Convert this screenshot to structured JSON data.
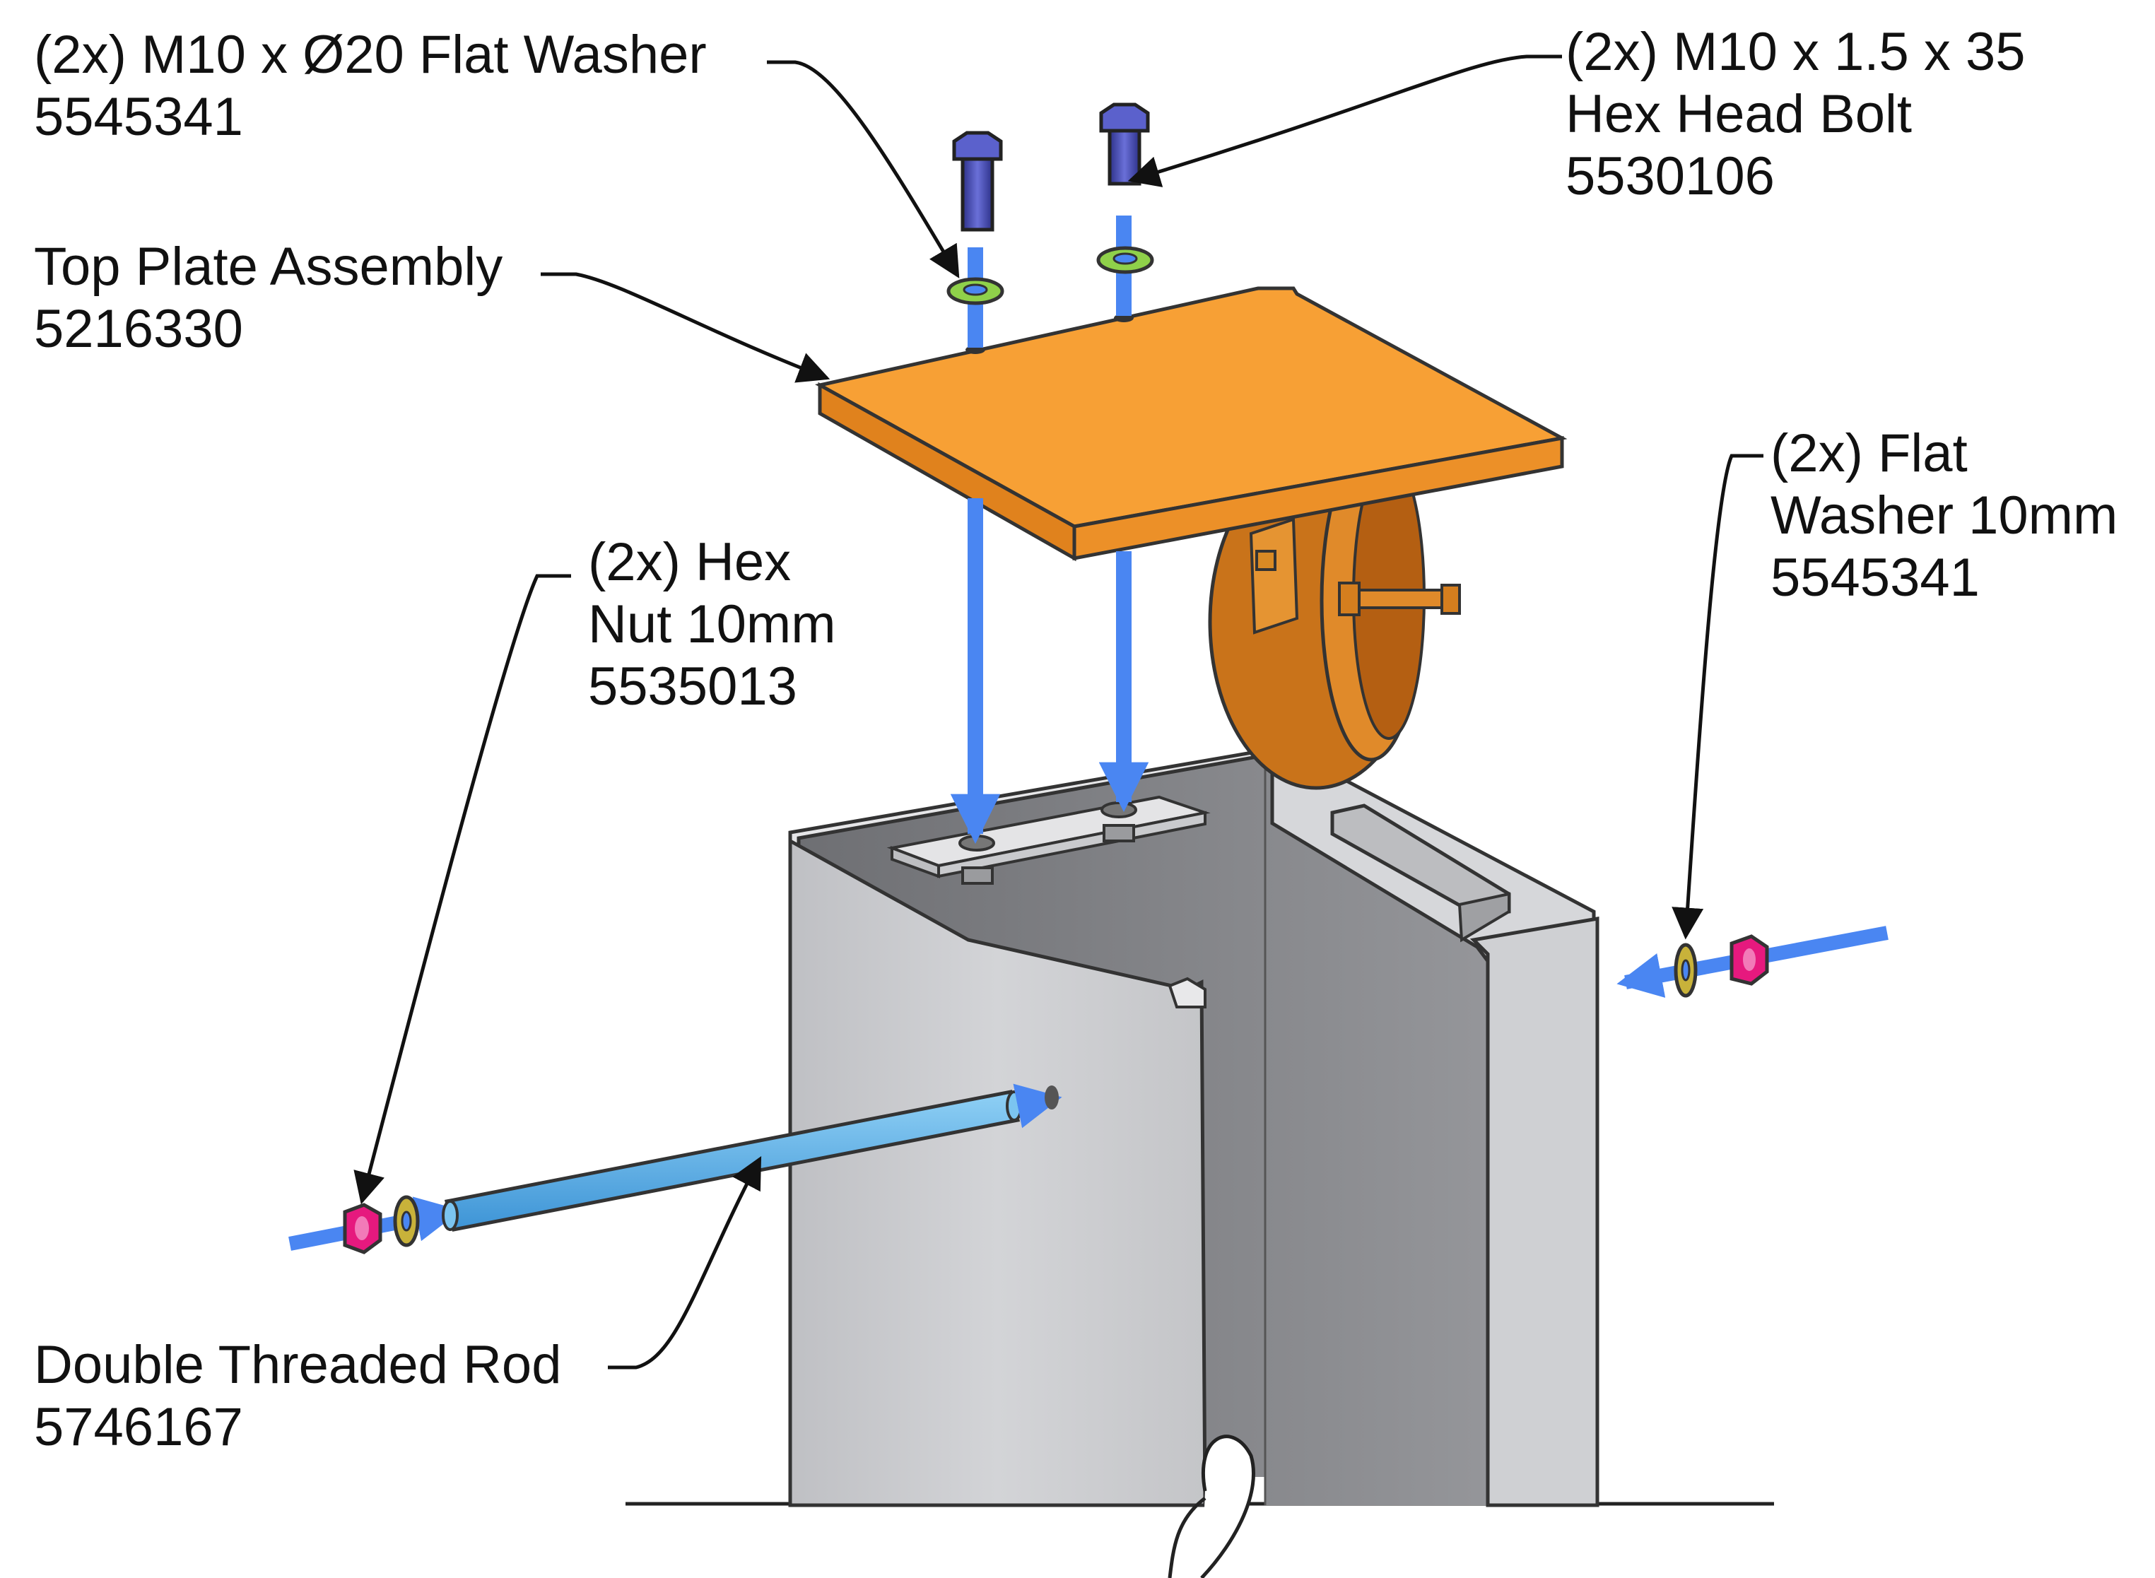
{
  "callouts": {
    "flat_washer_top": {
      "lines": [
        "(2x) M10 x Ø20 Flat Washer",
        "5545341"
      ]
    },
    "hex_bolt": {
      "lines": [
        "(2x) M10 x 1.5 x 35",
        "Hex Head Bolt",
        "5530106"
      ]
    },
    "top_plate": {
      "lines": [
        "Top Plate Assembly",
        "5216330"
      ]
    },
    "flat_washer_side": {
      "lines": [
        "(2x) Flat",
        "Washer 10mm",
        "5545341"
      ]
    },
    "hex_nut": {
      "lines": [
        "(2x) Hex",
        "Nut 10mm",
        "5535013"
      ]
    },
    "threaded_rod": {
      "lines": [
        "Double Threaded Rod",
        "5746167"
      ]
    }
  },
  "colors": {
    "plate": "#f7a035",
    "plate_side": "#e0821d",
    "pulley": "#c9731a",
    "post_light": "#c7c8cb",
    "post_dark": "#8e8f93",
    "bolt": "#4a4fb8",
    "washer_green": "#8fd14a",
    "washer_yellow": "#c8b23a",
    "nut": "#e6197e",
    "assembly_arrow": "#4a86f2",
    "rod": "#5fb3ea",
    "leader": "#111111"
  },
  "icons": [
    "hex-bolt-icon",
    "flat-washer-icon",
    "hex-nut-icon",
    "assembly-arrow-icon"
  ]
}
